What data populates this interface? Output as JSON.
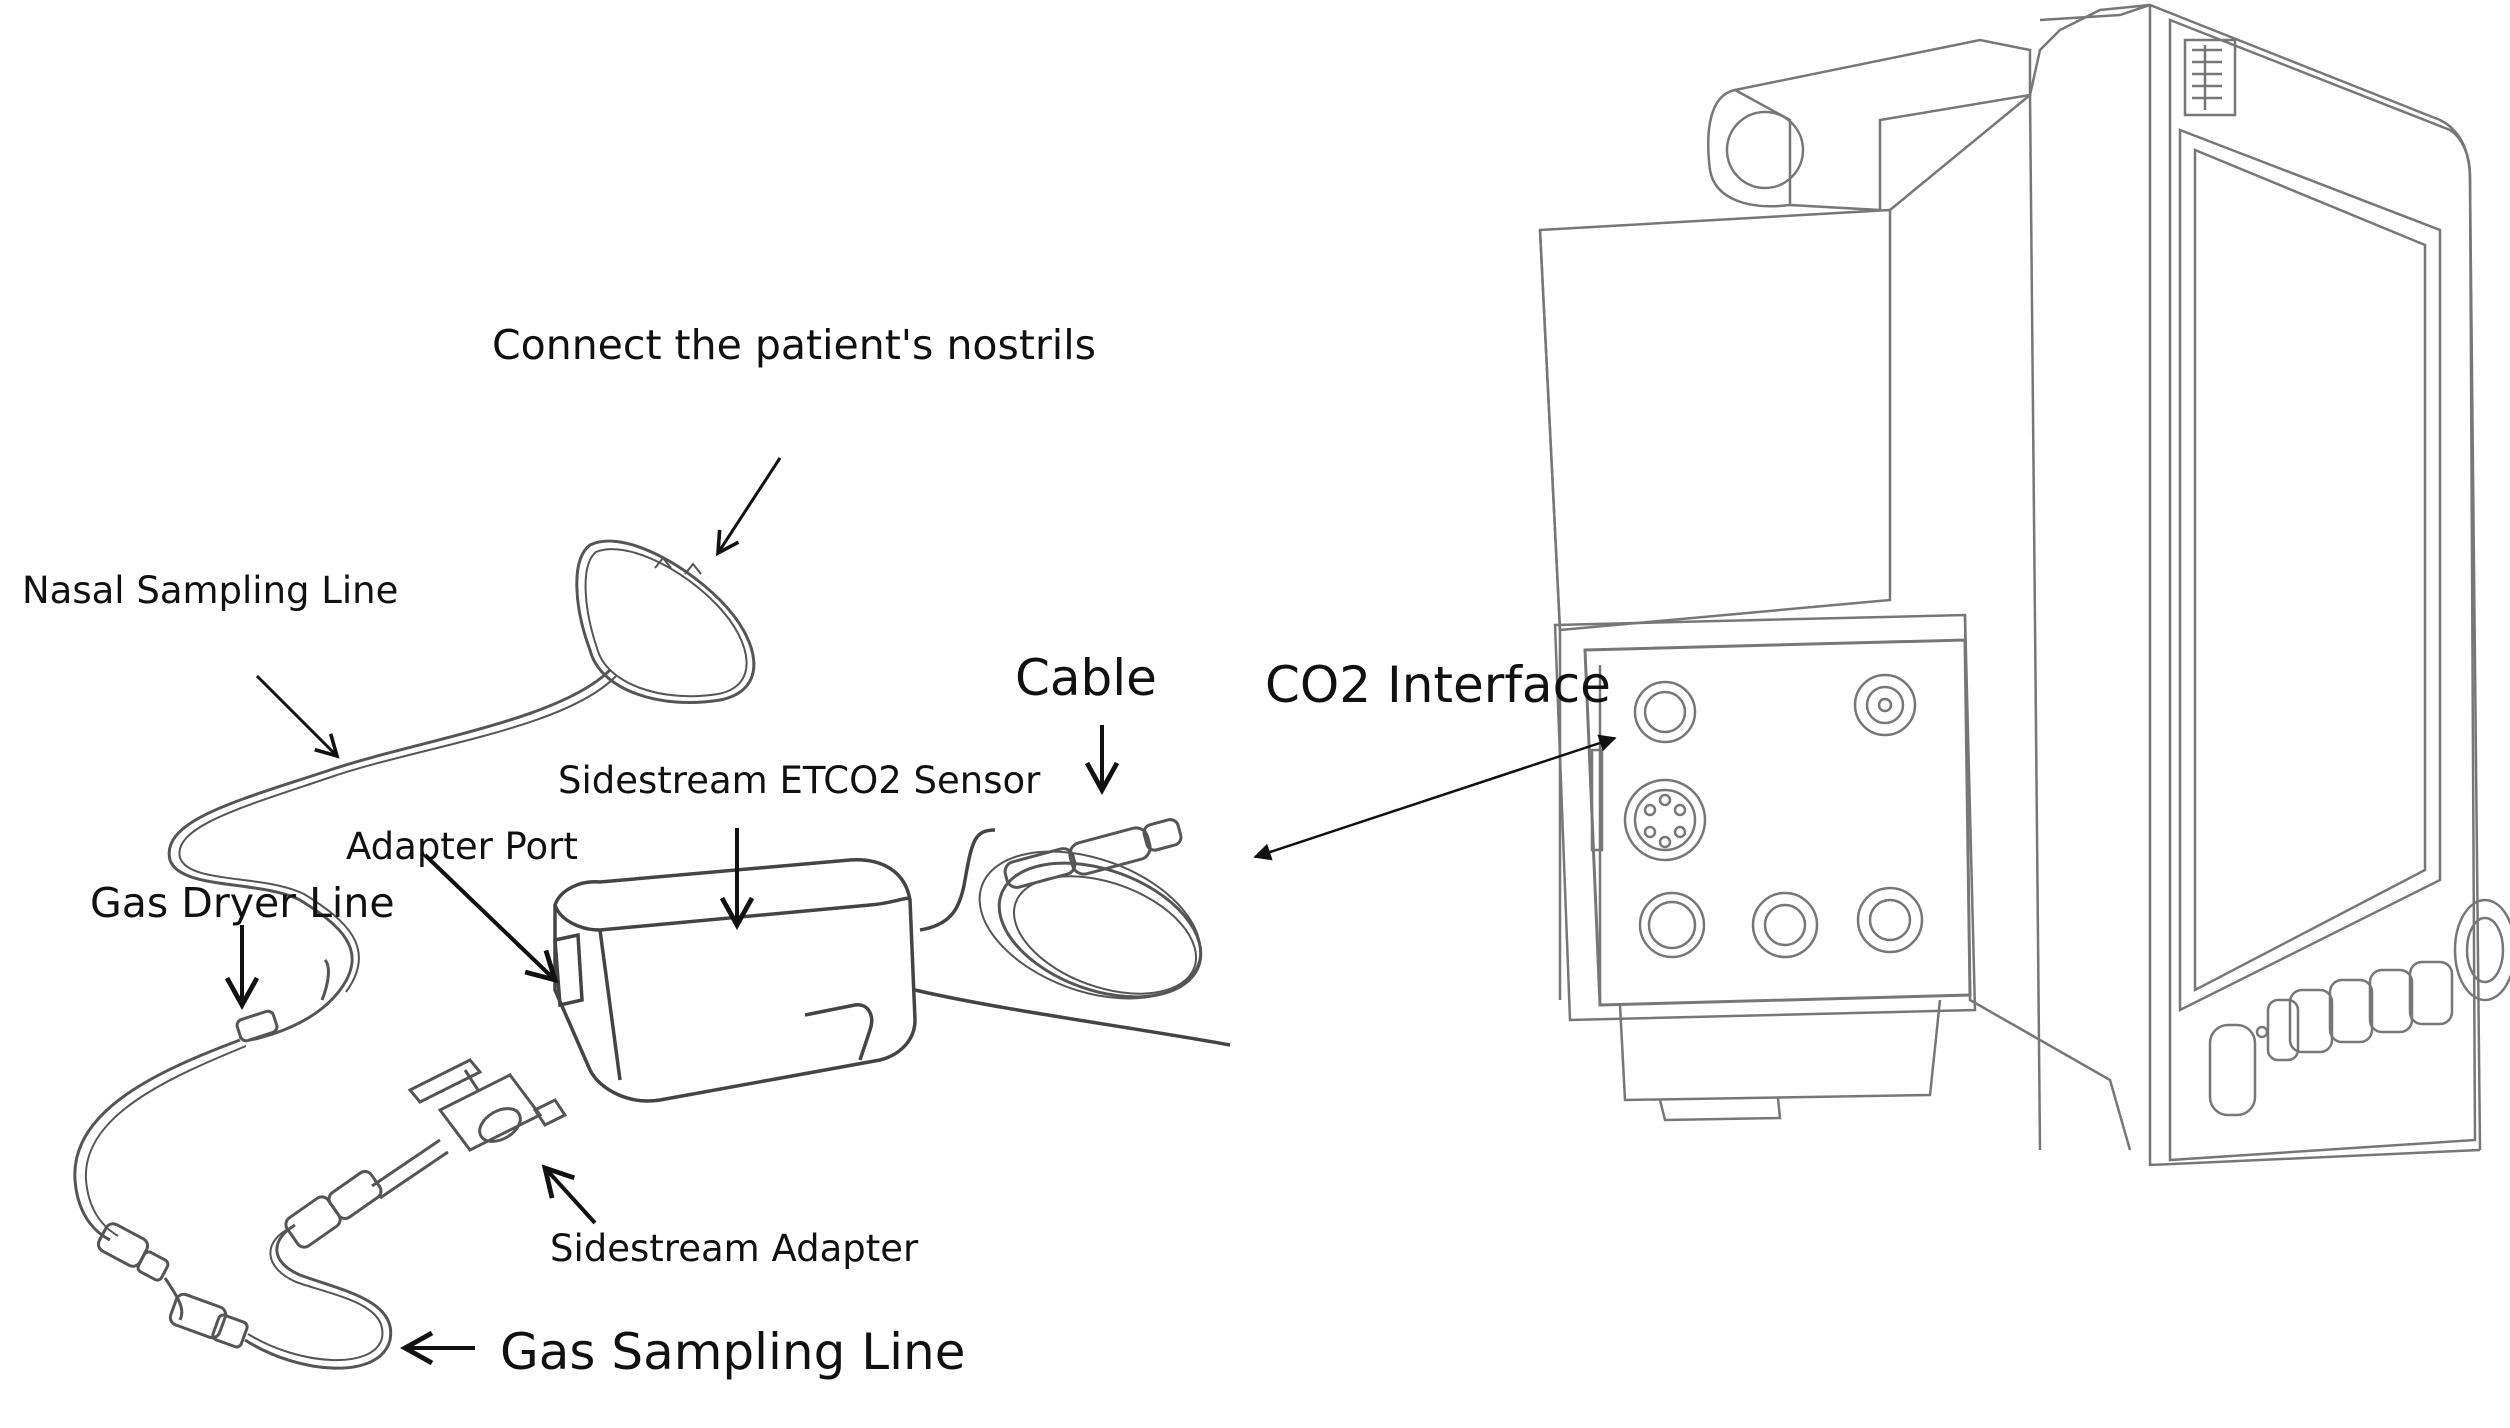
{
  "diagram": {
    "labels": {
      "nostrils": "Connect the patient's nostrils",
      "nasal_sampling_line": "Nasal Sampling Line",
      "cable": "Cable",
      "co2_interface": "CO2 Interface",
      "sidestream_sensor": "Sidestream ETCO2 Sensor",
      "adapter_port": "Adapter Port",
      "gas_dryer_line": "Gas Dryer Line",
      "sidestream_adapter": "Sidestream Adapter",
      "gas_sampling_line": "Gas Sampling Line"
    },
    "colors": {
      "line": "#3a3a3a",
      "arrow": "#111111",
      "background": "#ffffff"
    }
  }
}
